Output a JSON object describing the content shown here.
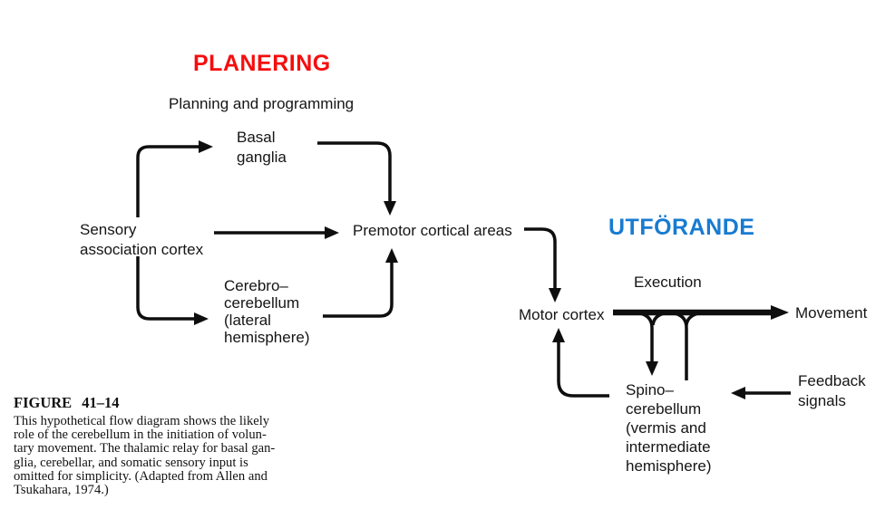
{
  "page": {
    "background": "#ffffff",
    "ink_color": "#0e0e0e"
  },
  "headings": {
    "planering": {
      "label": "PLANERING",
      "color": "#f60d0d"
    },
    "utforande": {
      "label": "UTFÖRANDE",
      "color": "#187bd1"
    }
  },
  "diagram": {
    "phase_labels": {
      "planning": "Planning and programming",
      "execution": "Execution"
    },
    "nodes": {
      "basal_ganglia": "Basal\nganglia",
      "sensory": "Sensory\nassociation cortex",
      "premotor": "Premotor cortical areas",
      "cerebro": "Cerebro–\ncerebellum\n(lateral\nhemisphere)",
      "motor_cortex": "Motor cortex",
      "movement": "Movement",
      "spino": "Spino–\ncerebellum\n(vermis and\nintermediate\nhemisphere)",
      "feedback": "Feedback\nsignals"
    },
    "edges": [
      {
        "from": "Sensory association cortex",
        "to": "Basal ganglia"
      },
      {
        "from": "Basal ganglia",
        "to": "Premotor cortical areas"
      },
      {
        "from": "Sensory association cortex",
        "to": "Premotor cortical areas"
      },
      {
        "from": "Sensory association cortex",
        "to": "Cerebro-cerebellum"
      },
      {
        "from": "Cerebro-cerebellum",
        "to": "Premotor cortical areas"
      },
      {
        "from": "Premotor cortical areas",
        "to": "Motor cortex"
      },
      {
        "from": "Motor cortex",
        "to": "Movement"
      },
      {
        "from": "Motor cortex output",
        "to": "Spino-cerebellum"
      },
      {
        "from": "Spino-cerebellum",
        "to": "Motor cortex"
      },
      {
        "from": "Feedback signals",
        "to": "Spino-cerebellum"
      }
    ]
  },
  "caption": {
    "title": "FIGURE 41–14",
    "body": "This hypothetical flow diagram shows the likely\nrole of the cerebellum in the initiation of volun-\ntary movement. The thalamic relay for basal gan-\nglia, cerebellar, and somatic sensory input is\nomitted for simplicity. (Adapted from Allen and\nTsukahara, 1974.)"
  }
}
